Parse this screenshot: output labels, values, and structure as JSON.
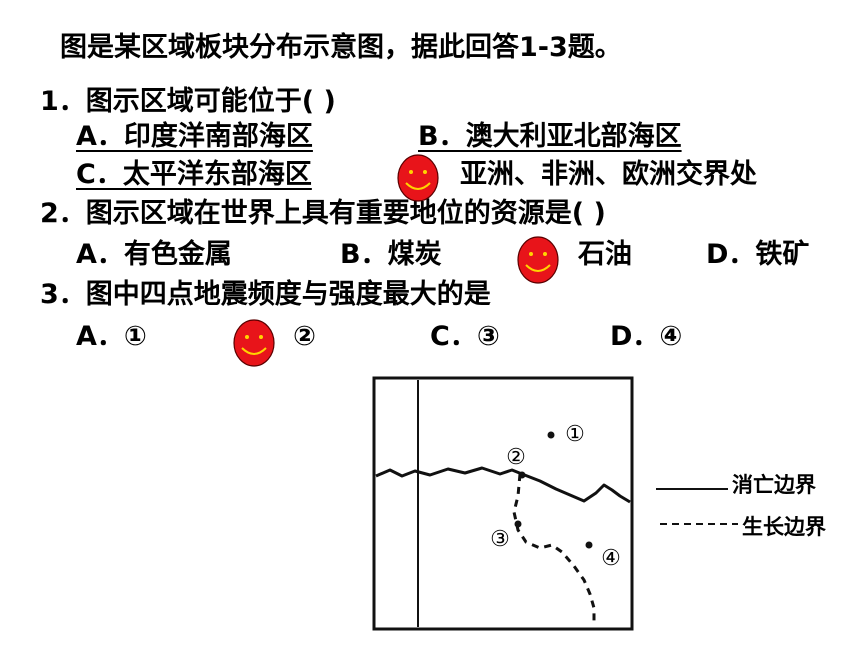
{
  "title": "图是某区域板块分布示意图，据此回答1-3题。",
  "q1": {
    "stem": "1．图示区域可能位于(    )",
    "a": "A．印度洋南部海区",
    "b": "B．澳大利亚北部海区",
    "c": "C．太平洋东部海区",
    "d": "亚洲、非洲、欧洲交界处"
  },
  "q2": {
    "stem": "2．图示区域在世界上具有重要地位的资源是(    )",
    "a": "A．有色金属",
    "b": "B．煤炭",
    "c": "石油",
    "d": "D．铁矿"
  },
  "q3": {
    "stem": "3．图中四点地震频度与强度最大的是",
    "a": "A．①",
    "b": "②",
    "c": "C．③",
    "d": "D．④"
  },
  "map": {
    "points": [
      "①",
      "②",
      "③",
      "④"
    ],
    "legend_consume": "消亡边界",
    "legend_grow": "生长边界"
  },
  "colors": {
    "smiley": "#e8141a",
    "ink": "#000000"
  },
  "icons": {
    "answer_marker": "smiley-face-icon"
  }
}
